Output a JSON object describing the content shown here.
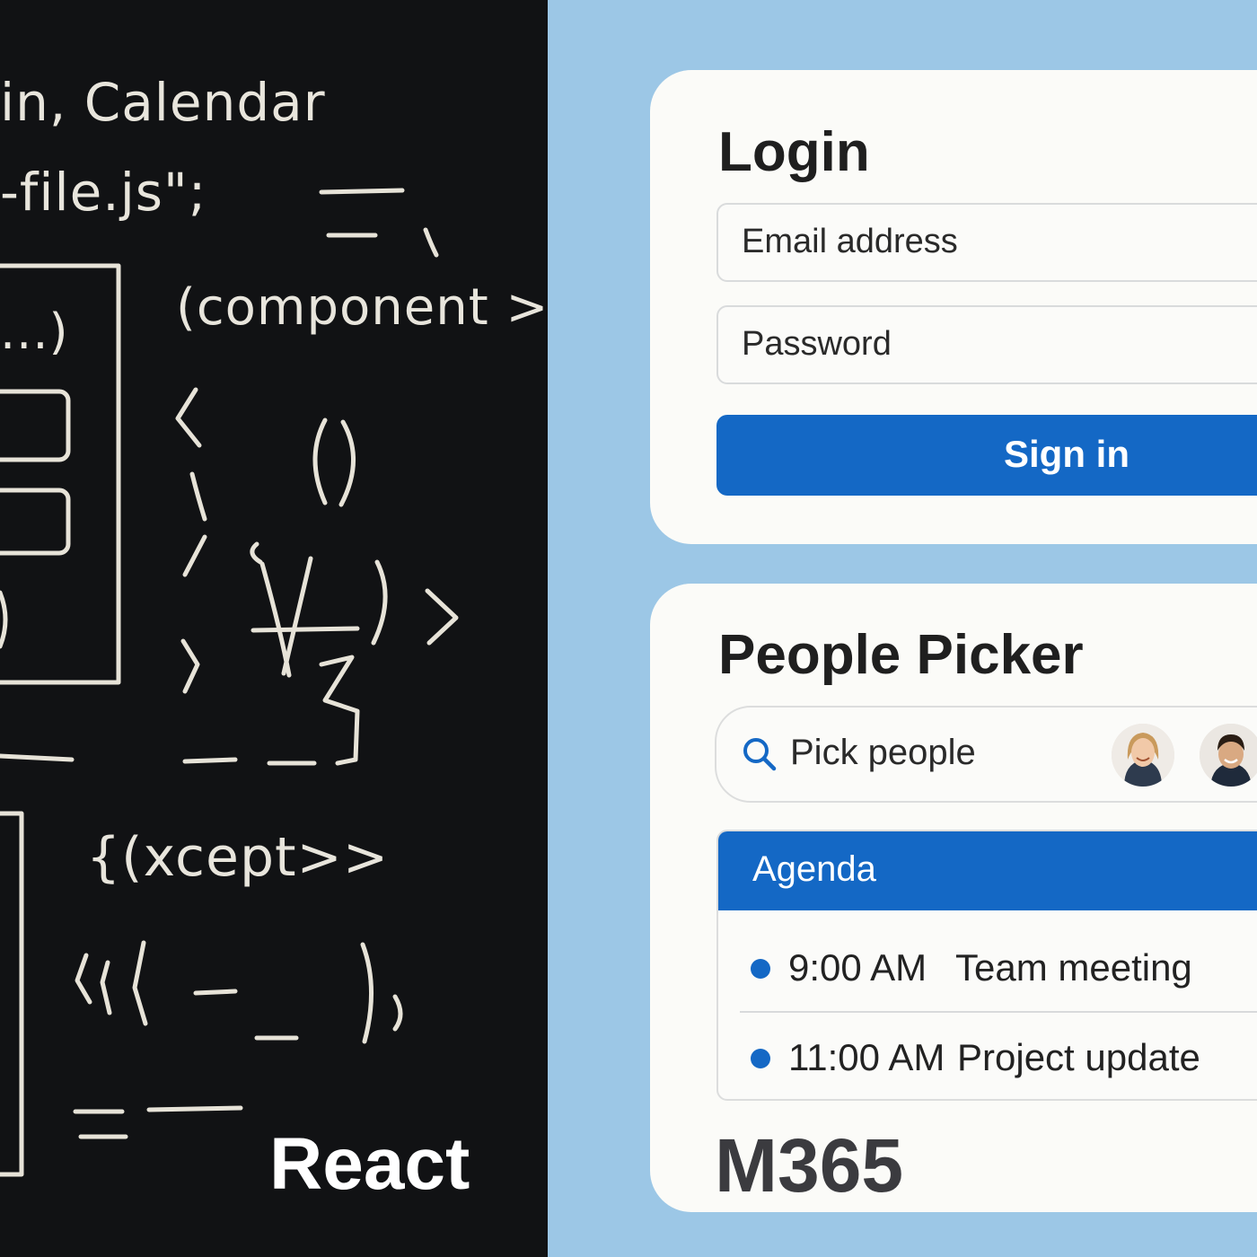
{
  "board": {
    "code_lines": [
      "in, Calendar",
      "-file.js\";",
      "(component >",
      "...)",
      "{(xcept>>"
    ],
    "label": "React"
  },
  "login": {
    "title": "Login",
    "email_placeholder": "Email address",
    "password_placeholder": "Password",
    "signin_label": "Sign in"
  },
  "people_picker": {
    "title": "People Picker",
    "search_placeholder": "Pick people",
    "icon": "search-icon"
  },
  "agenda": {
    "title": "Agenda",
    "items": [
      {
        "time": "9:00 AM",
        "title": "Team meeting"
      },
      {
        "time": "11:00 AM",
        "title": "Project update"
      }
    ]
  },
  "brand_label": "M365",
  "colors": {
    "accent": "#1468c5",
    "background": "#9cc7e6",
    "board": "#111214",
    "card": "#fbfbf8"
  }
}
